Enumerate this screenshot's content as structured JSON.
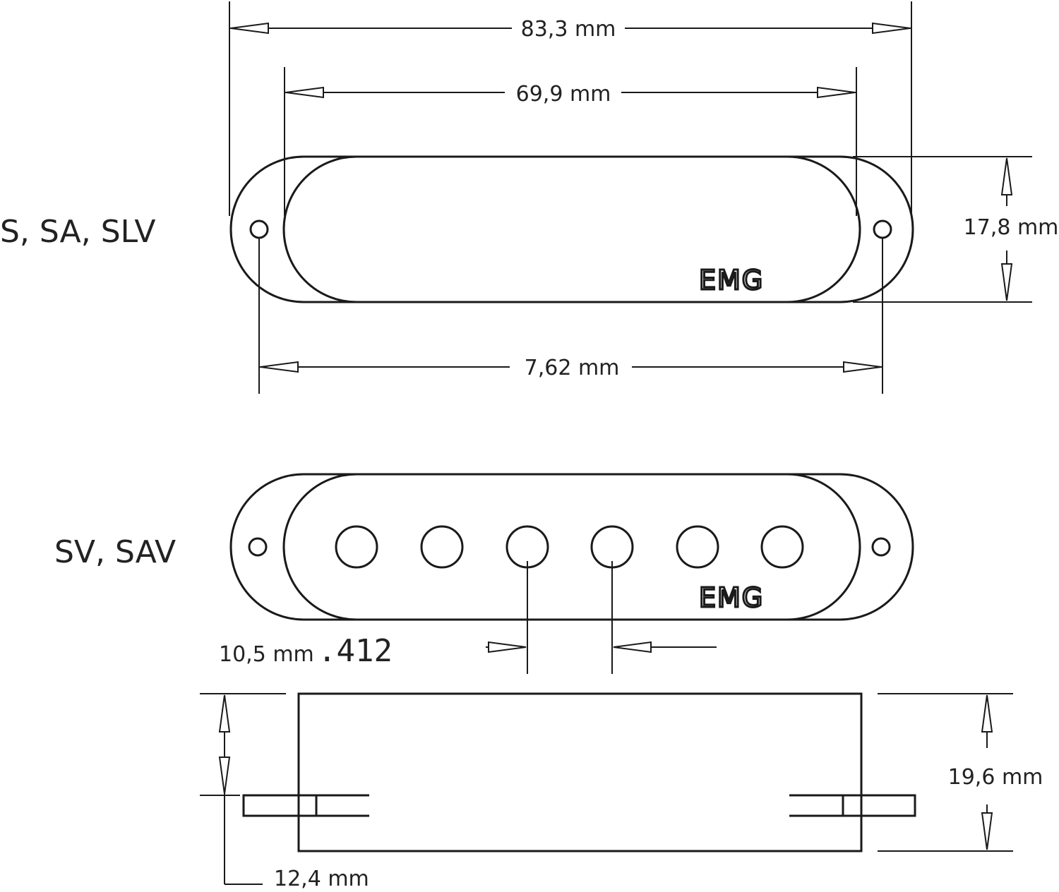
{
  "models": {
    "top": "S, SA, SLV",
    "bottom": "SV, SAV"
  },
  "dimensions": {
    "overall_length": "83,3 mm",
    "cover_length": "69,9 mm",
    "hole_spacing": "7,62 mm",
    "width": "17,8 mm",
    "pole_spacing": "10,5 mm",
    "pole_spacing_inch": ".412",
    "height": "19,6 mm",
    "base_height": "12,4 mm"
  },
  "brand": {
    "top_logo": "EMG",
    "bottom_logo": "EMG"
  }
}
